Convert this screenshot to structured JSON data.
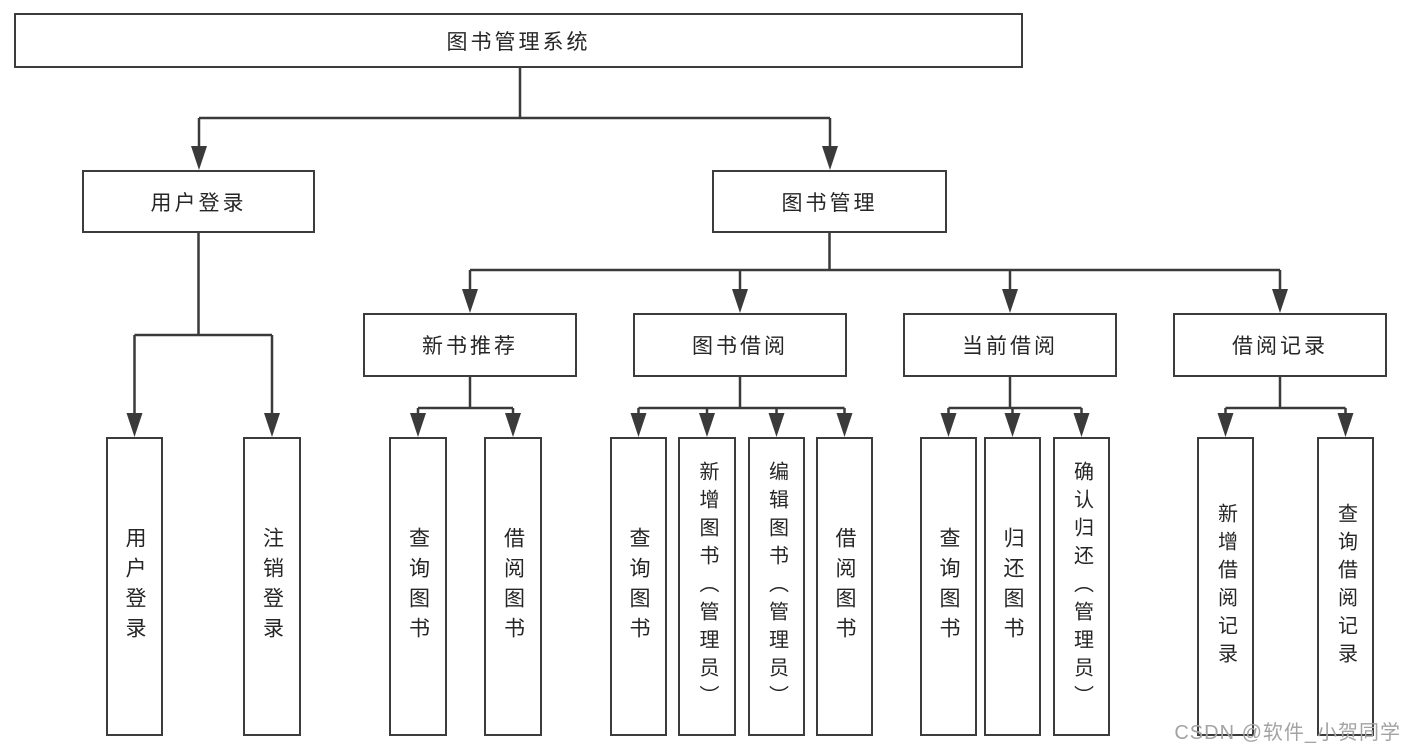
{
  "diagram": {
    "title": "图书管理系统",
    "colors": {
      "line": "#3a3a3a",
      "box_border": "#3c3c3c",
      "text": "#262626",
      "watermark": "#a3a3a3",
      "background": "#ffffff"
    },
    "root": {
      "label": "图书管理系统",
      "children": [
        {
          "label": "用户登录",
          "children": [
            {
              "label": "用户登录"
            },
            {
              "label": "注销登录"
            }
          ]
        },
        {
          "label": "图书管理",
          "children": [
            {
              "label": "新书推荐",
              "children": [
                {
                  "label": "查询图书"
                },
                {
                  "label": "借阅图书"
                }
              ]
            },
            {
              "label": "图书借阅",
              "children": [
                {
                  "label": "查询图书"
                },
                {
                  "label": "新增图书（管理员）"
                },
                {
                  "label": "编辑图书（管理员）"
                },
                {
                  "label": "借阅图书"
                }
              ]
            },
            {
              "label": "当前借阅",
              "children": [
                {
                  "label": "查询图书"
                },
                {
                  "label": "归还图书"
                },
                {
                  "label": "确认归还（管理员）"
                }
              ]
            },
            {
              "label": "借阅记录",
              "children": [
                {
                  "label": "新增借阅记录"
                },
                {
                  "label": "查询借阅记录"
                }
              ]
            }
          ]
        }
      ]
    },
    "watermark": "CSDN @软件_小贺同学"
  }
}
